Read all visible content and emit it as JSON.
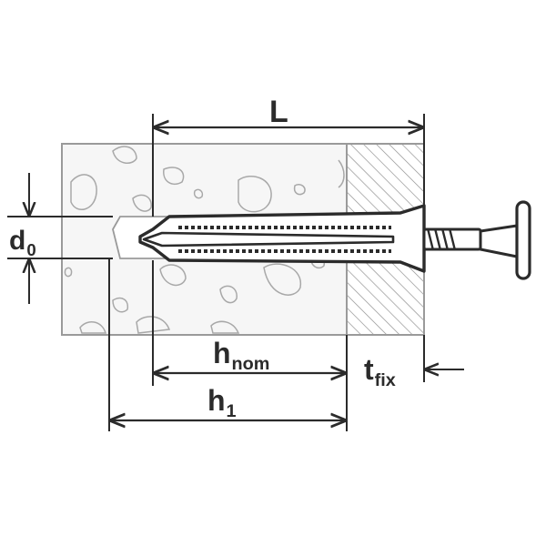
{
  "labels": {
    "L": {
      "main": "L",
      "sub": ""
    },
    "d0": {
      "main": "d",
      "sub": "0"
    },
    "hnom": {
      "main": "h",
      "sub": "nom"
    },
    "tfix": {
      "main": "t",
      "sub": "fix"
    },
    "h1": {
      "main": "h",
      "sub": "1"
    }
  },
  "colors": {
    "line": "#2b2b2b",
    "concrete_fill": "#f6f6f6",
    "concrete_edge": "#9a9a9a",
    "hatch": "#8a8a8a",
    "anchor_fill": "#ffffff"
  },
  "icons": {
    "anchor": "nail-anchor-icon",
    "arrows": "dimension-arrow-icon"
  }
}
